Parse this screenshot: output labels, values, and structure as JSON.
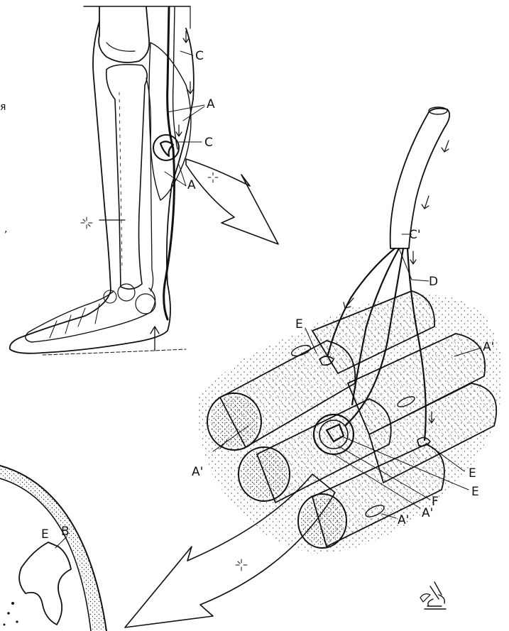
{
  "labels": {
    "muscle_a_upper": "A",
    "muscle_a_lower": "A",
    "nerve_c_upper": "C",
    "nerve_c_lower": "C",
    "left_edge_letter_top": "я",
    "left_edge_comma": ",",
    "nerve_trunk": "C'",
    "nerve_branch": "D",
    "junction_e_top": "E",
    "fiber_a_top": "A'",
    "fibers_a_left": "A'",
    "junction_e_right": "E",
    "junction_e_mid": "E",
    "synapse_f": "F",
    "fiber_a_f": "A'",
    "fiber_a_bottom": "A'",
    "closeup_e": "E",
    "closeup_b": "B"
  },
  "icons": {
    "sparkle": "sparkle-icon",
    "microscope": "microscope-icon",
    "direction_arrow": "arrow-icon"
  },
  "colors": {
    "ink": "#111111",
    "paper": "#ffffff"
  }
}
